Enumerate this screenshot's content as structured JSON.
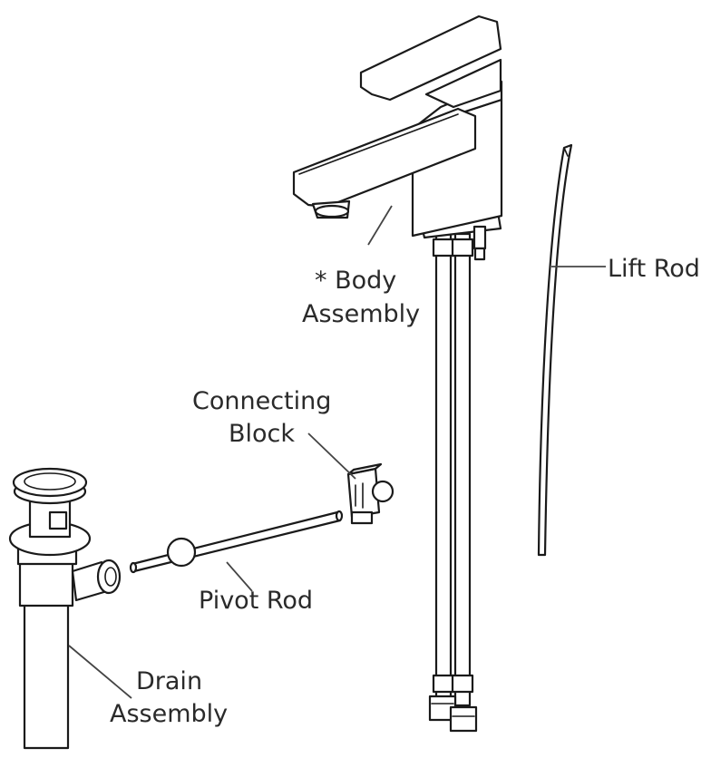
{
  "labels": {
    "body_assembly_line1": "* Body",
    "body_assembly_line2": "Assembly",
    "lift_rod": "Lift Rod",
    "connecting_block_line1": "Connecting",
    "connecting_block_line2": "Block",
    "pivot_rod": "Pivot Rod",
    "drain_assembly_line1": "Drain",
    "drain_assembly_line2": "Assembly"
  },
  "colors": {
    "line": "#1a1a1a",
    "text": "#2a2a2a",
    "background": "#ffffff"
  }
}
